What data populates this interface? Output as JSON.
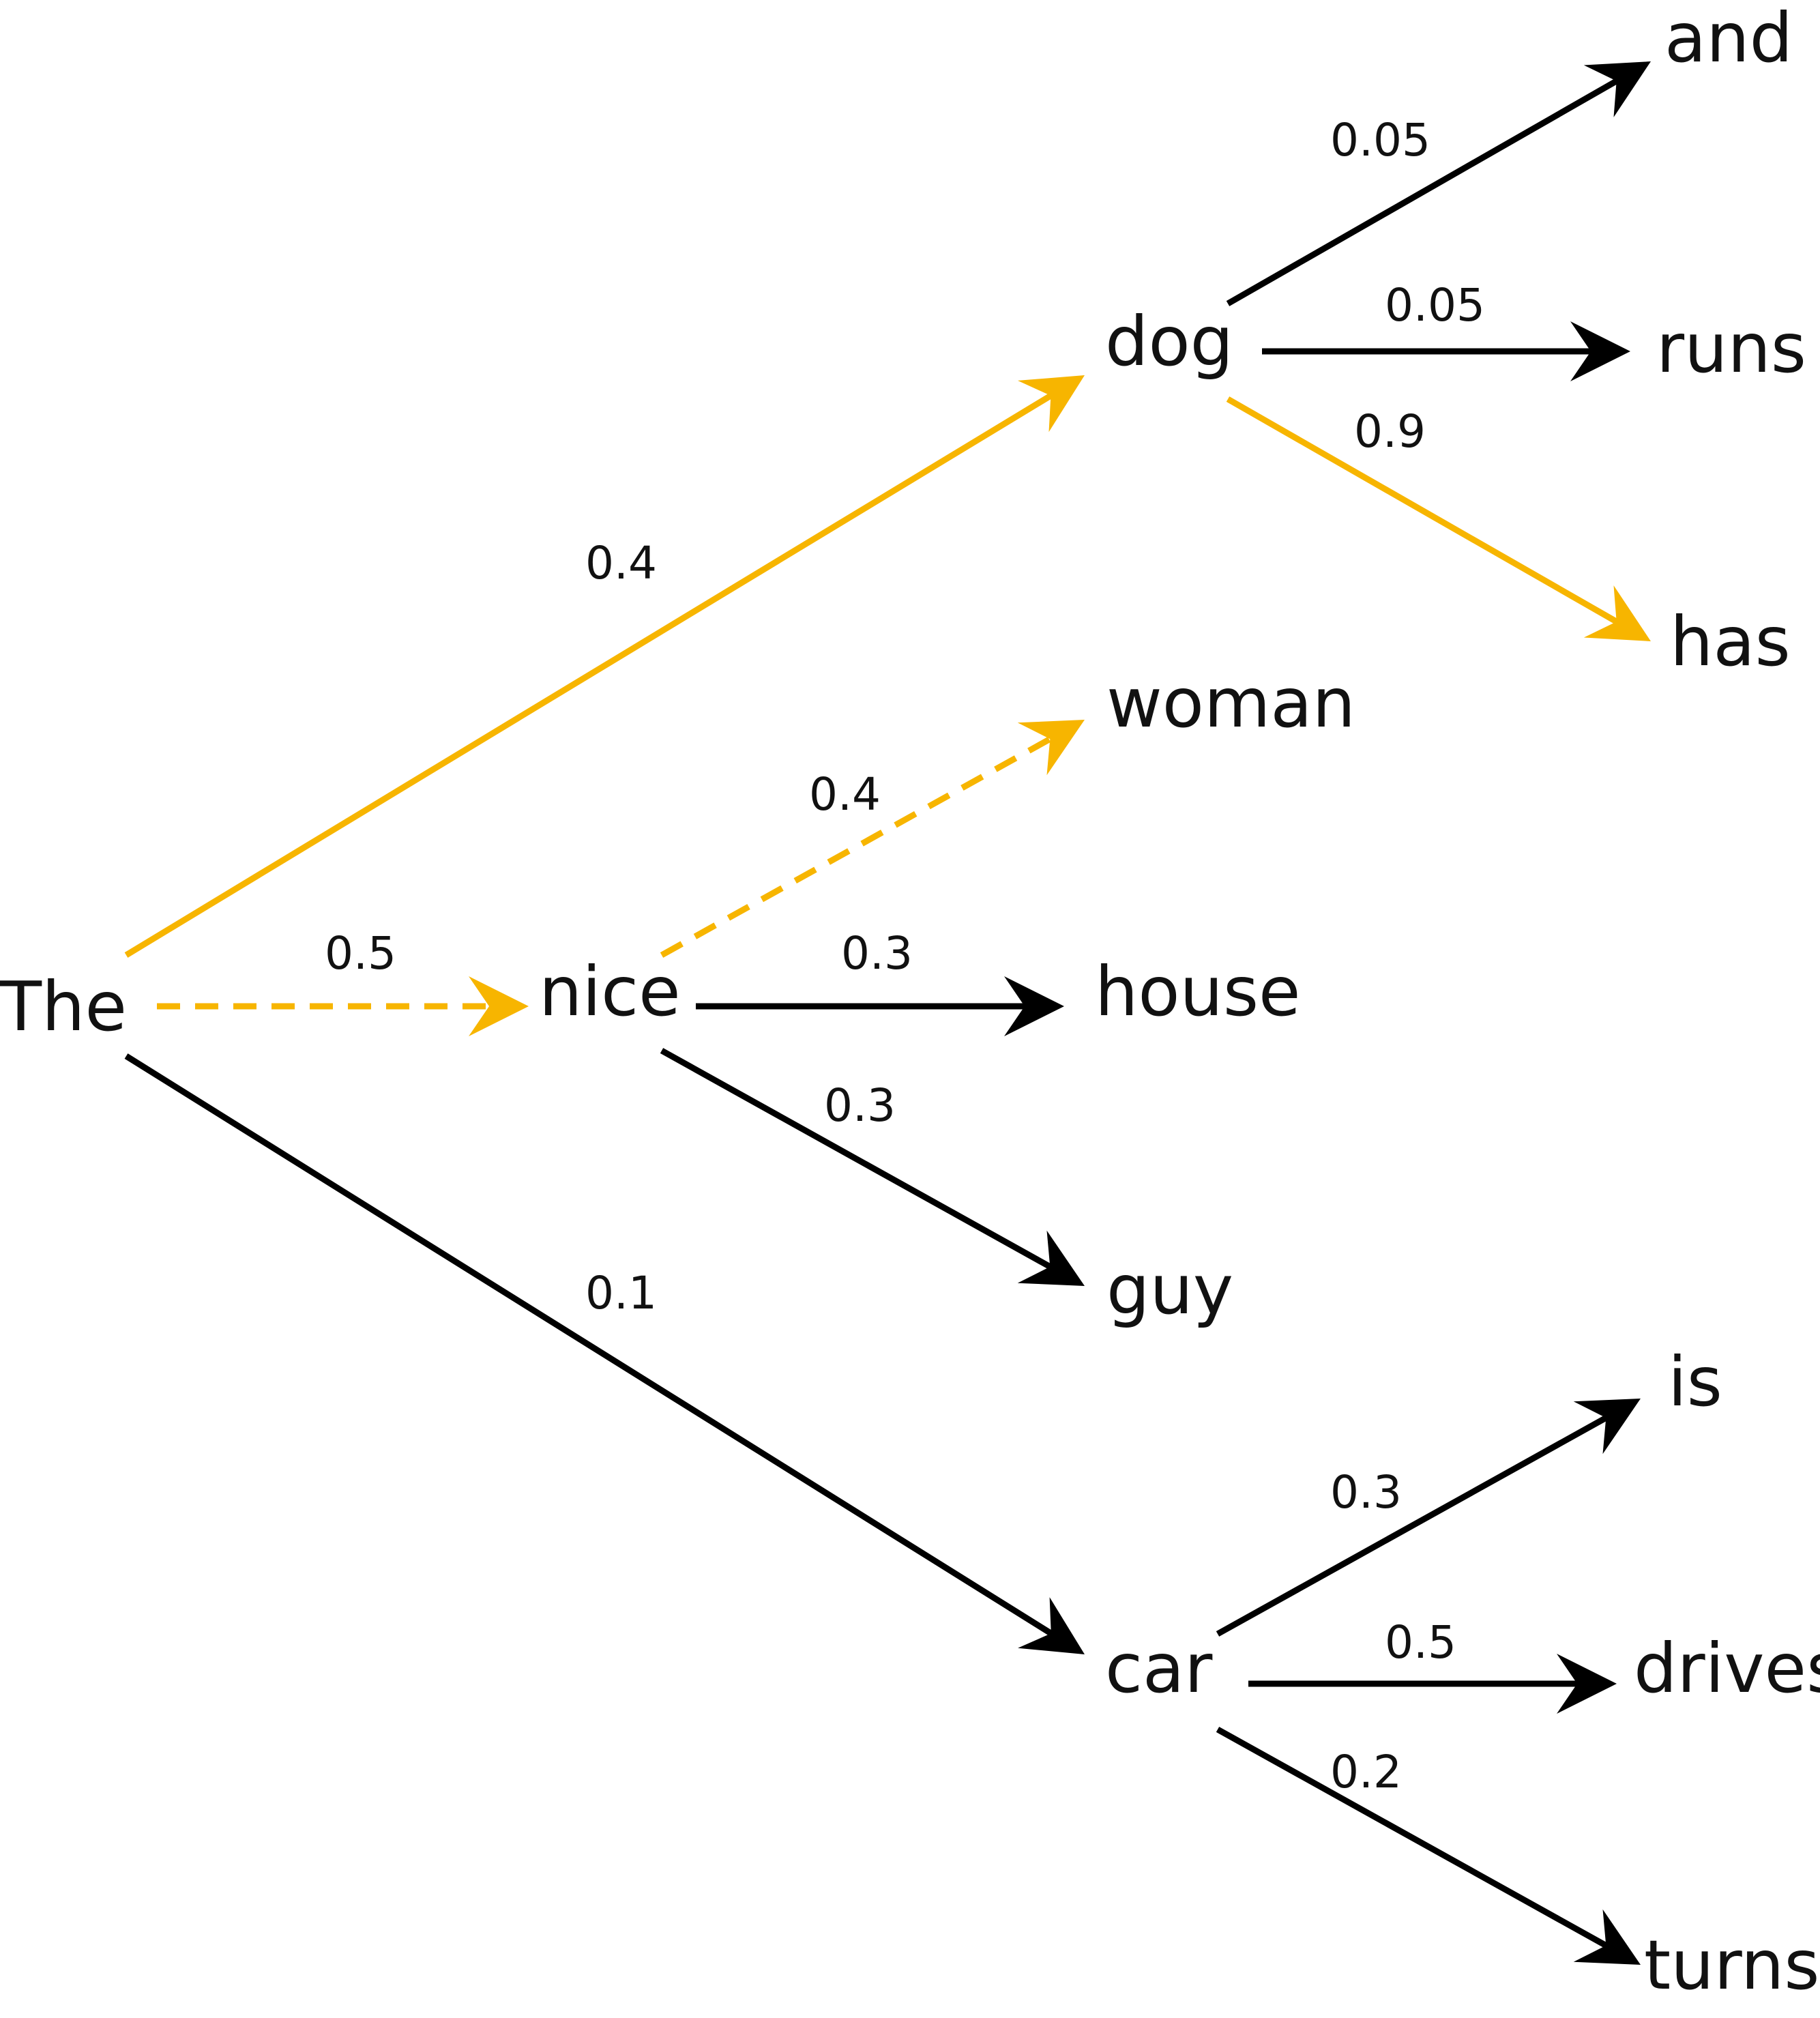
{
  "colors": {
    "highlight": "#F7B500",
    "default": "#000000"
  },
  "nodes": {
    "the": "The",
    "dog": "dog",
    "nice": "nice",
    "car": "car",
    "woman": "woman",
    "house": "house",
    "guy": "guy",
    "and": "and",
    "runs": "runs",
    "has": "has",
    "is": "is",
    "drives": "drives",
    "turns": "turns"
  },
  "edges": [
    {
      "id": "the-dog",
      "from": "The",
      "to": "dog",
      "probability": "0.4",
      "style": "highlight"
    },
    {
      "id": "the-nice",
      "from": "The",
      "to": "nice",
      "probability": "0.5",
      "style": "highlight-dashed"
    },
    {
      "id": "the-car",
      "from": "The",
      "to": "car",
      "probability": "0.1",
      "style": "default"
    },
    {
      "id": "dog-and",
      "from": "dog",
      "to": "and",
      "probability": "0.05",
      "style": "default"
    },
    {
      "id": "dog-runs",
      "from": "dog",
      "to": "runs",
      "probability": "0.05",
      "style": "default"
    },
    {
      "id": "dog-has",
      "from": "dog",
      "to": "has",
      "probability": "0.9",
      "style": "highlight"
    },
    {
      "id": "nice-woman",
      "from": "nice",
      "to": "woman",
      "probability": "0.4",
      "style": "highlight-dashed"
    },
    {
      "id": "nice-house",
      "from": "nice",
      "to": "house",
      "probability": "0.3",
      "style": "default"
    },
    {
      "id": "nice-guy",
      "from": "nice",
      "to": "guy",
      "probability": "0.3",
      "style": "default"
    },
    {
      "id": "car-is",
      "from": "car",
      "to": "is",
      "probability": "0.3",
      "style": "default"
    },
    {
      "id": "car-drives",
      "from": "car",
      "to": "drives",
      "probability": "0.5",
      "style": "default"
    },
    {
      "id": "car-turns",
      "from": "car",
      "to": "turns",
      "probability": "0.2",
      "style": "default"
    }
  ]
}
